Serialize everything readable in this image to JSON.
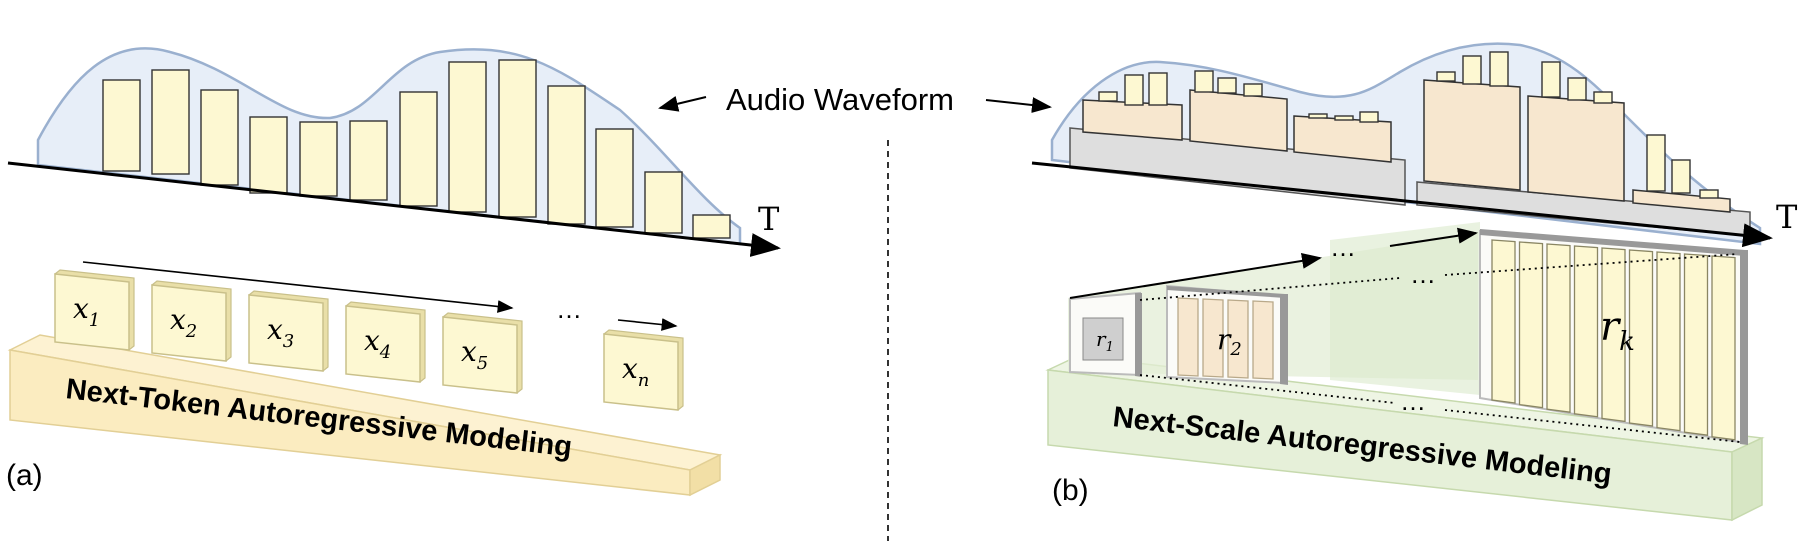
{
  "header": {
    "waveform_label": "Audio Waveform"
  },
  "panel_a": {
    "label": "(a)",
    "time_axis": "T",
    "tokens": [
      {
        "base": "x",
        "sub": "1"
      },
      {
        "base": "x",
        "sub": "2"
      },
      {
        "base": "x",
        "sub": "3"
      },
      {
        "base": "x",
        "sub": "4"
      },
      {
        "base": "x",
        "sub": "5"
      },
      {
        "base": "x",
        "sub": "n"
      }
    ],
    "ellipsis": "…",
    "base_label": "Next-Token Autoregressive Modeling"
  },
  "panel_b": {
    "label": "(b)",
    "time_axis": "T",
    "scales": [
      {
        "base": "r",
        "sub": "1"
      },
      {
        "base": "r",
        "sub": "2"
      },
      {
        "base": "r",
        "sub": "k"
      }
    ],
    "ellipsis": "…",
    "base_label": "Next-Scale Autoregressive Modeling"
  },
  "colors": {
    "token_fill": "#fdf8d2",
    "token_stroke": "#c9c08a",
    "slab_a": "#fbecc0",
    "slab_b": "#e6f0d9",
    "wave_fill": "#e7eef8",
    "wave_stroke": "#9ab0cf",
    "mid_block": "#f7e7cf",
    "gray_block": "#dedede"
  }
}
